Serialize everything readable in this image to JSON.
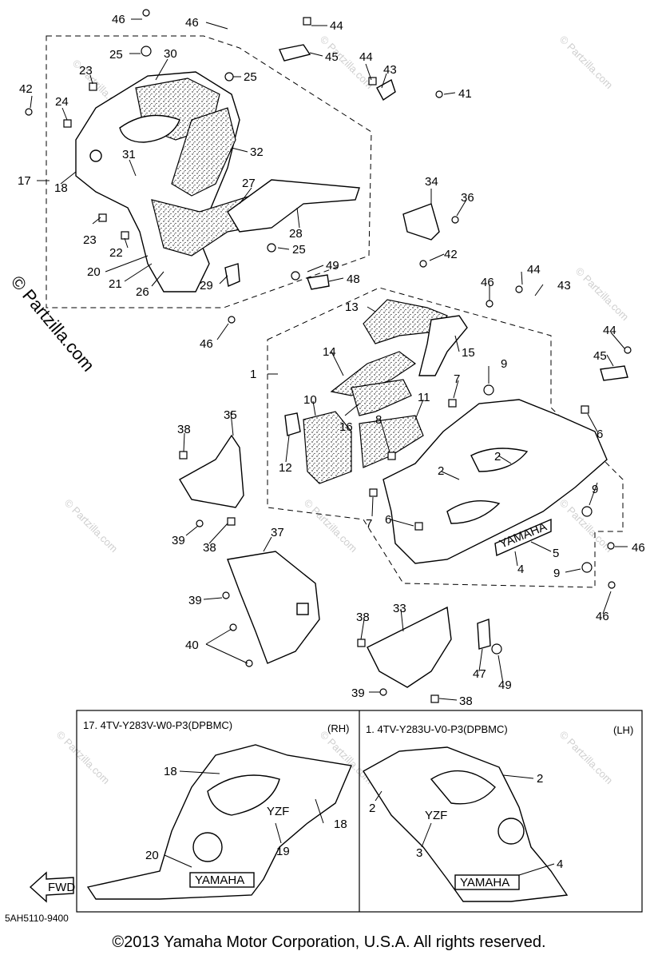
{
  "diagram": {
    "callouts": [
      "46",
      "46",
      "44",
      "25",
      "30",
      "45",
      "44",
      "43",
      "25",
      "23",
      "42",
      "24",
      "41",
      "31",
      "32",
      "17",
      "18",
      "27",
      "34",
      "36",
      "23",
      "28",
      "22",
      "25",
      "20",
      "21",
      "26",
      "29",
      "49",
      "48",
      "42",
      "46",
      "44",
      "43",
      "13",
      "15",
      "46",
      "14",
      "1",
      "9",
      "44",
      "45",
      "10",
      "16",
      "11",
      "7",
      "6",
      "8",
      "12",
      "2",
      "2",
      "35",
      "38",
      "7",
      "6",
      "9",
      "39",
      "38",
      "37",
      "5",
      "4",
      "9",
      "46",
      "46",
      "39",
      "40",
      "38",
      "33",
      "47",
      "49",
      "39",
      "38"
    ],
    "watermarks": [
      "© Partzilla.com"
    ],
    "inset_rh": {
      "title": "17. 4TV-Y283V-W0-P3(DPBMC)",
      "side": "(RH)",
      "callouts": [
        "18",
        "18",
        "19",
        "20"
      ],
      "logo_text": "YAMAHA",
      "badge_text": "YZF"
    },
    "inset_lh": {
      "title": "1. 4TV-Y283U-V0-P3(DPBMC)",
      "side": "(LH)",
      "callouts": [
        "2",
        "2",
        "3",
        "4"
      ],
      "logo_text": "YAMAHA",
      "badge_text": "YZF"
    },
    "fwd_label": "FWD",
    "part_logo_text": "YAMAHA"
  },
  "footer": {
    "drawing_code": "5AH5110-9400",
    "copyright": "©2013 Yamaha Motor Corporation, U.S.A. All rights reserved."
  }
}
